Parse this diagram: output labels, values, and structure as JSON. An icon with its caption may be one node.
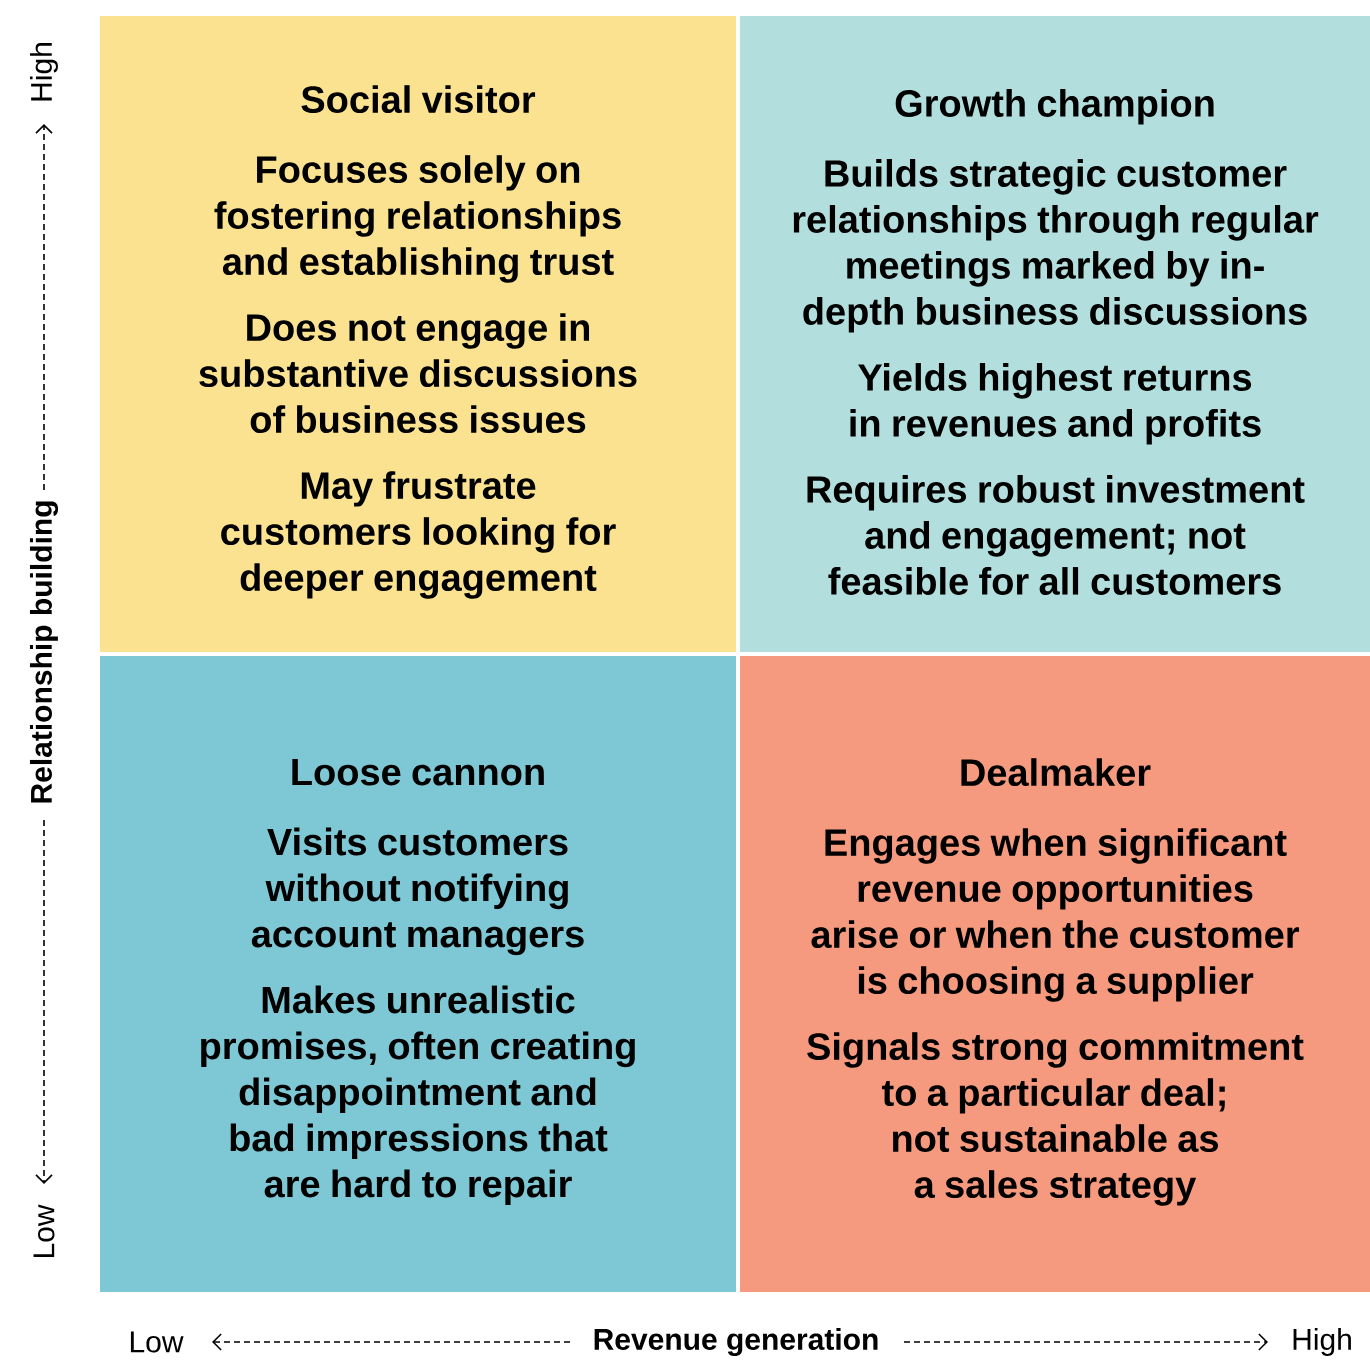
{
  "diagram": {
    "nodes": [
      {
        "text": [
          "Social visitor",
          "Focuses solely on fostering relationships and establishing trust",
          "Does not engage in substantive discussions of business issues",
          "May frustrate customers looking for deeper engagement"
        ]
      },
      {
        "text": [
          "Growth champion",
          "Builds strategic customer relationships through regular meetings marked by in-depth business discussions",
          "Yields highest returns in revenues and profits",
          "Requires robust investment and engagement; not feasible for all customers"
        ]
      },
      {
        "text": [
          "Loose cannon",
          "Visits customers without notifying account managers",
          "Makes unrealistic promises, often creating disappointment and bad impressions that are hard to repair"
        ]
      },
      {
        "text": [
          "Dealmaker",
          "Engages when significant revenue opportunities arise or when the customer is choosing a supplier",
          "Signals strong commitment to a particular deal; not sustainable as a sales strategy"
        ]
      }
    ],
    "labels": [
      "High",
      "Relationship building",
      "Low",
      "Low",
      "Revenue generation",
      "High"
    ]
  }
}
